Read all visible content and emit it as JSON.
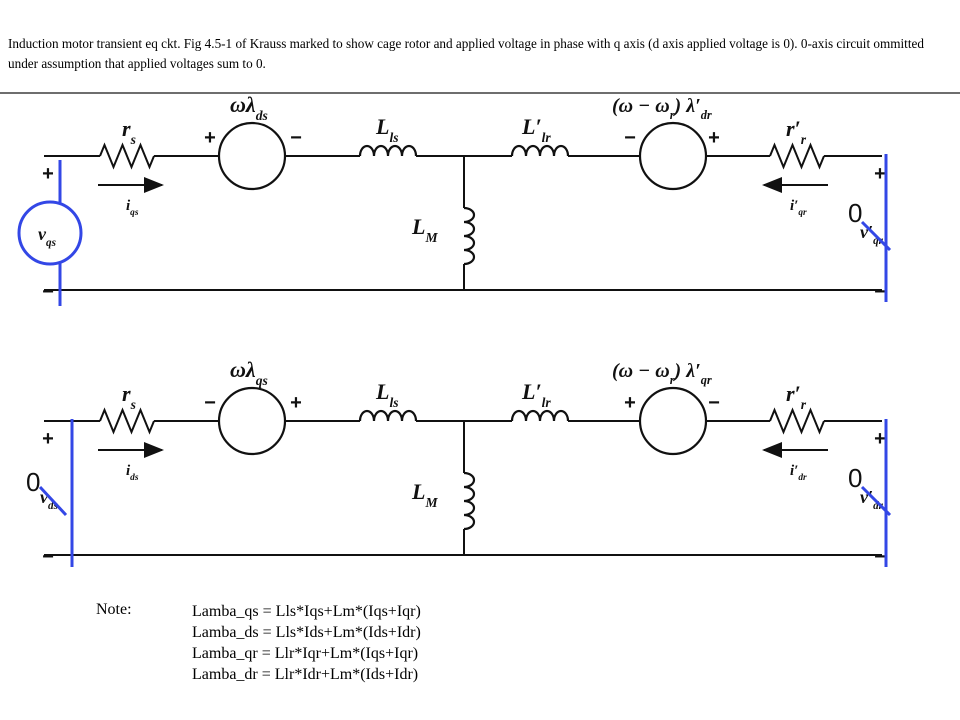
{
  "caption": "Induction motor transient eq ckt.  Fig 4.5-1 of Krauss marked to show cage rotor and applied voltage in phase with q axis (d axis applied voltage is 0).  0-axis circuit ommitted under assumption that applied voltages sum to 0.",
  "q_circuit": {
    "rs": {
      "main": "r",
      "sub": "s"
    },
    "emf_stator": {
      "main": "ωλ",
      "sub": "ds"
    },
    "Lls": {
      "main": "L",
      "sub": "ls"
    },
    "Llr": {
      "main": "L′",
      "sub": "lr"
    },
    "emf_rotor": {
      "main": "(ω − ω",
      "sub1": "r",
      "mid": ") λ′",
      "sub2": "dr"
    },
    "rr": {
      "main": "r′",
      "sub": "r"
    },
    "i_stator": {
      "main": "i",
      "sub": "qs"
    },
    "i_rotor": {
      "main": "i′",
      "sub": "qr"
    },
    "LM": {
      "main": "L",
      "sub": "M"
    },
    "v_stator": {
      "main": "v",
      "sub": "qs"
    },
    "v_rotor": {
      "main": "v′",
      "sub": "qr"
    },
    "rotor_zero": "0",
    "emf_stator_signs": [
      "+",
      "−"
    ],
    "emf_rotor_signs": [
      "−",
      "+"
    ],
    "terminal_signs": [
      "+",
      "−"
    ]
  },
  "d_circuit": {
    "rs": {
      "main": "r",
      "sub": "s"
    },
    "emf_stator": {
      "main": "ωλ",
      "sub": "qs"
    },
    "Lls": {
      "main": "L",
      "sub": "ls"
    },
    "Llr": {
      "main": "L′",
      "sub": "lr"
    },
    "emf_rotor": {
      "main": "(ω − ω",
      "sub1": "r",
      "mid": ") λ′",
      "sub2": "qr"
    },
    "rr": {
      "main": "r′",
      "sub": "r"
    },
    "i_stator": {
      "main": "i",
      "sub": "ds"
    },
    "i_rotor": {
      "main": "i′",
      "sub": "dr"
    },
    "LM": {
      "main": "L",
      "sub": "M"
    },
    "v_stator": {
      "main": "v",
      "sub": "ds"
    },
    "v_rotor": {
      "main": "v′",
      "sub": "dr"
    },
    "stator_zero": "0",
    "rotor_zero": "0",
    "emf_stator_signs": [
      "−",
      "+"
    ],
    "emf_rotor_signs": [
      "+",
      "−"
    ],
    "terminal_signs": [
      "+",
      "−"
    ]
  },
  "note": {
    "label": "Note:",
    "equations": [
      "Lamba_qs = Lls*Iqs+Lm*(Iqs+Iqr)",
      "Lamba_ds = Lls*Ids+Lm*(Ids+Idr)",
      "Lamba_qr = Llr*Iqr+Lm*(Iqs+Iqr)",
      "Lamba_dr = Llr*Idr+Lm*(Ids+Idr)"
    ]
  },
  "colors": {
    "markup": "#3347e6",
    "ink": "#111111",
    "rule": "#6e6e6e"
  }
}
